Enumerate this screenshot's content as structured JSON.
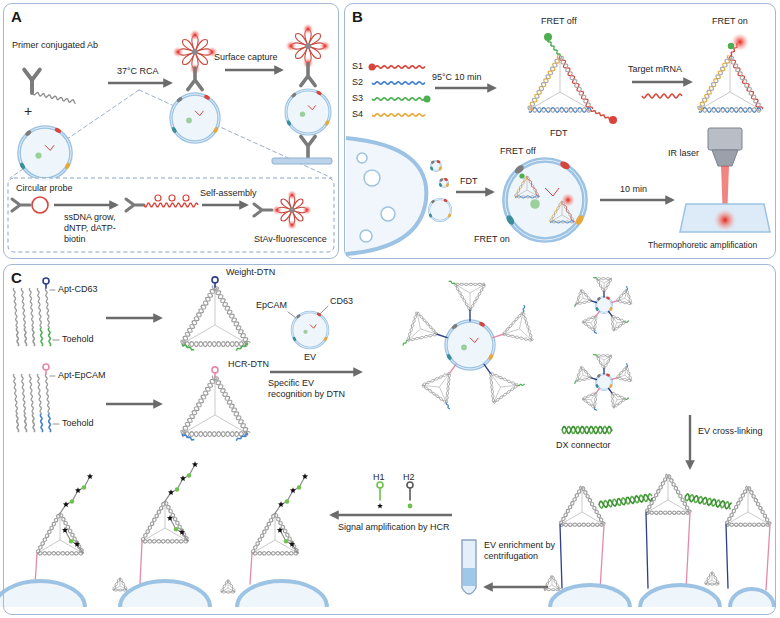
{
  "diagram": {
    "nodes": [
      {
        "text": [
          "A"
        ]
      },
      {
        "text": [
          "B"
        ]
      },
      {
        "text": [
          "C"
        ]
      }
    ],
    "labels": [
      "Primer conjugated Ab",
      "+",
      "37°C RCA",
      "Surface capture",
      "Circular probe",
      "ssDNA grow, dNTP, dATP-biotin",
      "Self-assembly",
      "StAv-fluorescence",
      "S1",
      "S2",
      "S3",
      "S4",
      "95°C 10 min",
      "FRET off",
      "FDT",
      "Target mRNA",
      "FRET on",
      "FDT",
      "FRET off",
      "FRET on",
      "10 min",
      "IR laser",
      "Thermophoretic amplification",
      "Apt-CD63",
      "Toehold",
      "Weight-DTN",
      "Apt-EpCAM",
      "Toehold",
      "HCR-DTN",
      "EpCAM",
      "CD63",
      "EV",
      "Specific EV recognition by DTN",
      "DX connector",
      "EV cross-linking",
      "EV enrichment by centrifugation",
      "H1",
      "H2",
      "Signal amplification by HCR"
    ]
  }
}
